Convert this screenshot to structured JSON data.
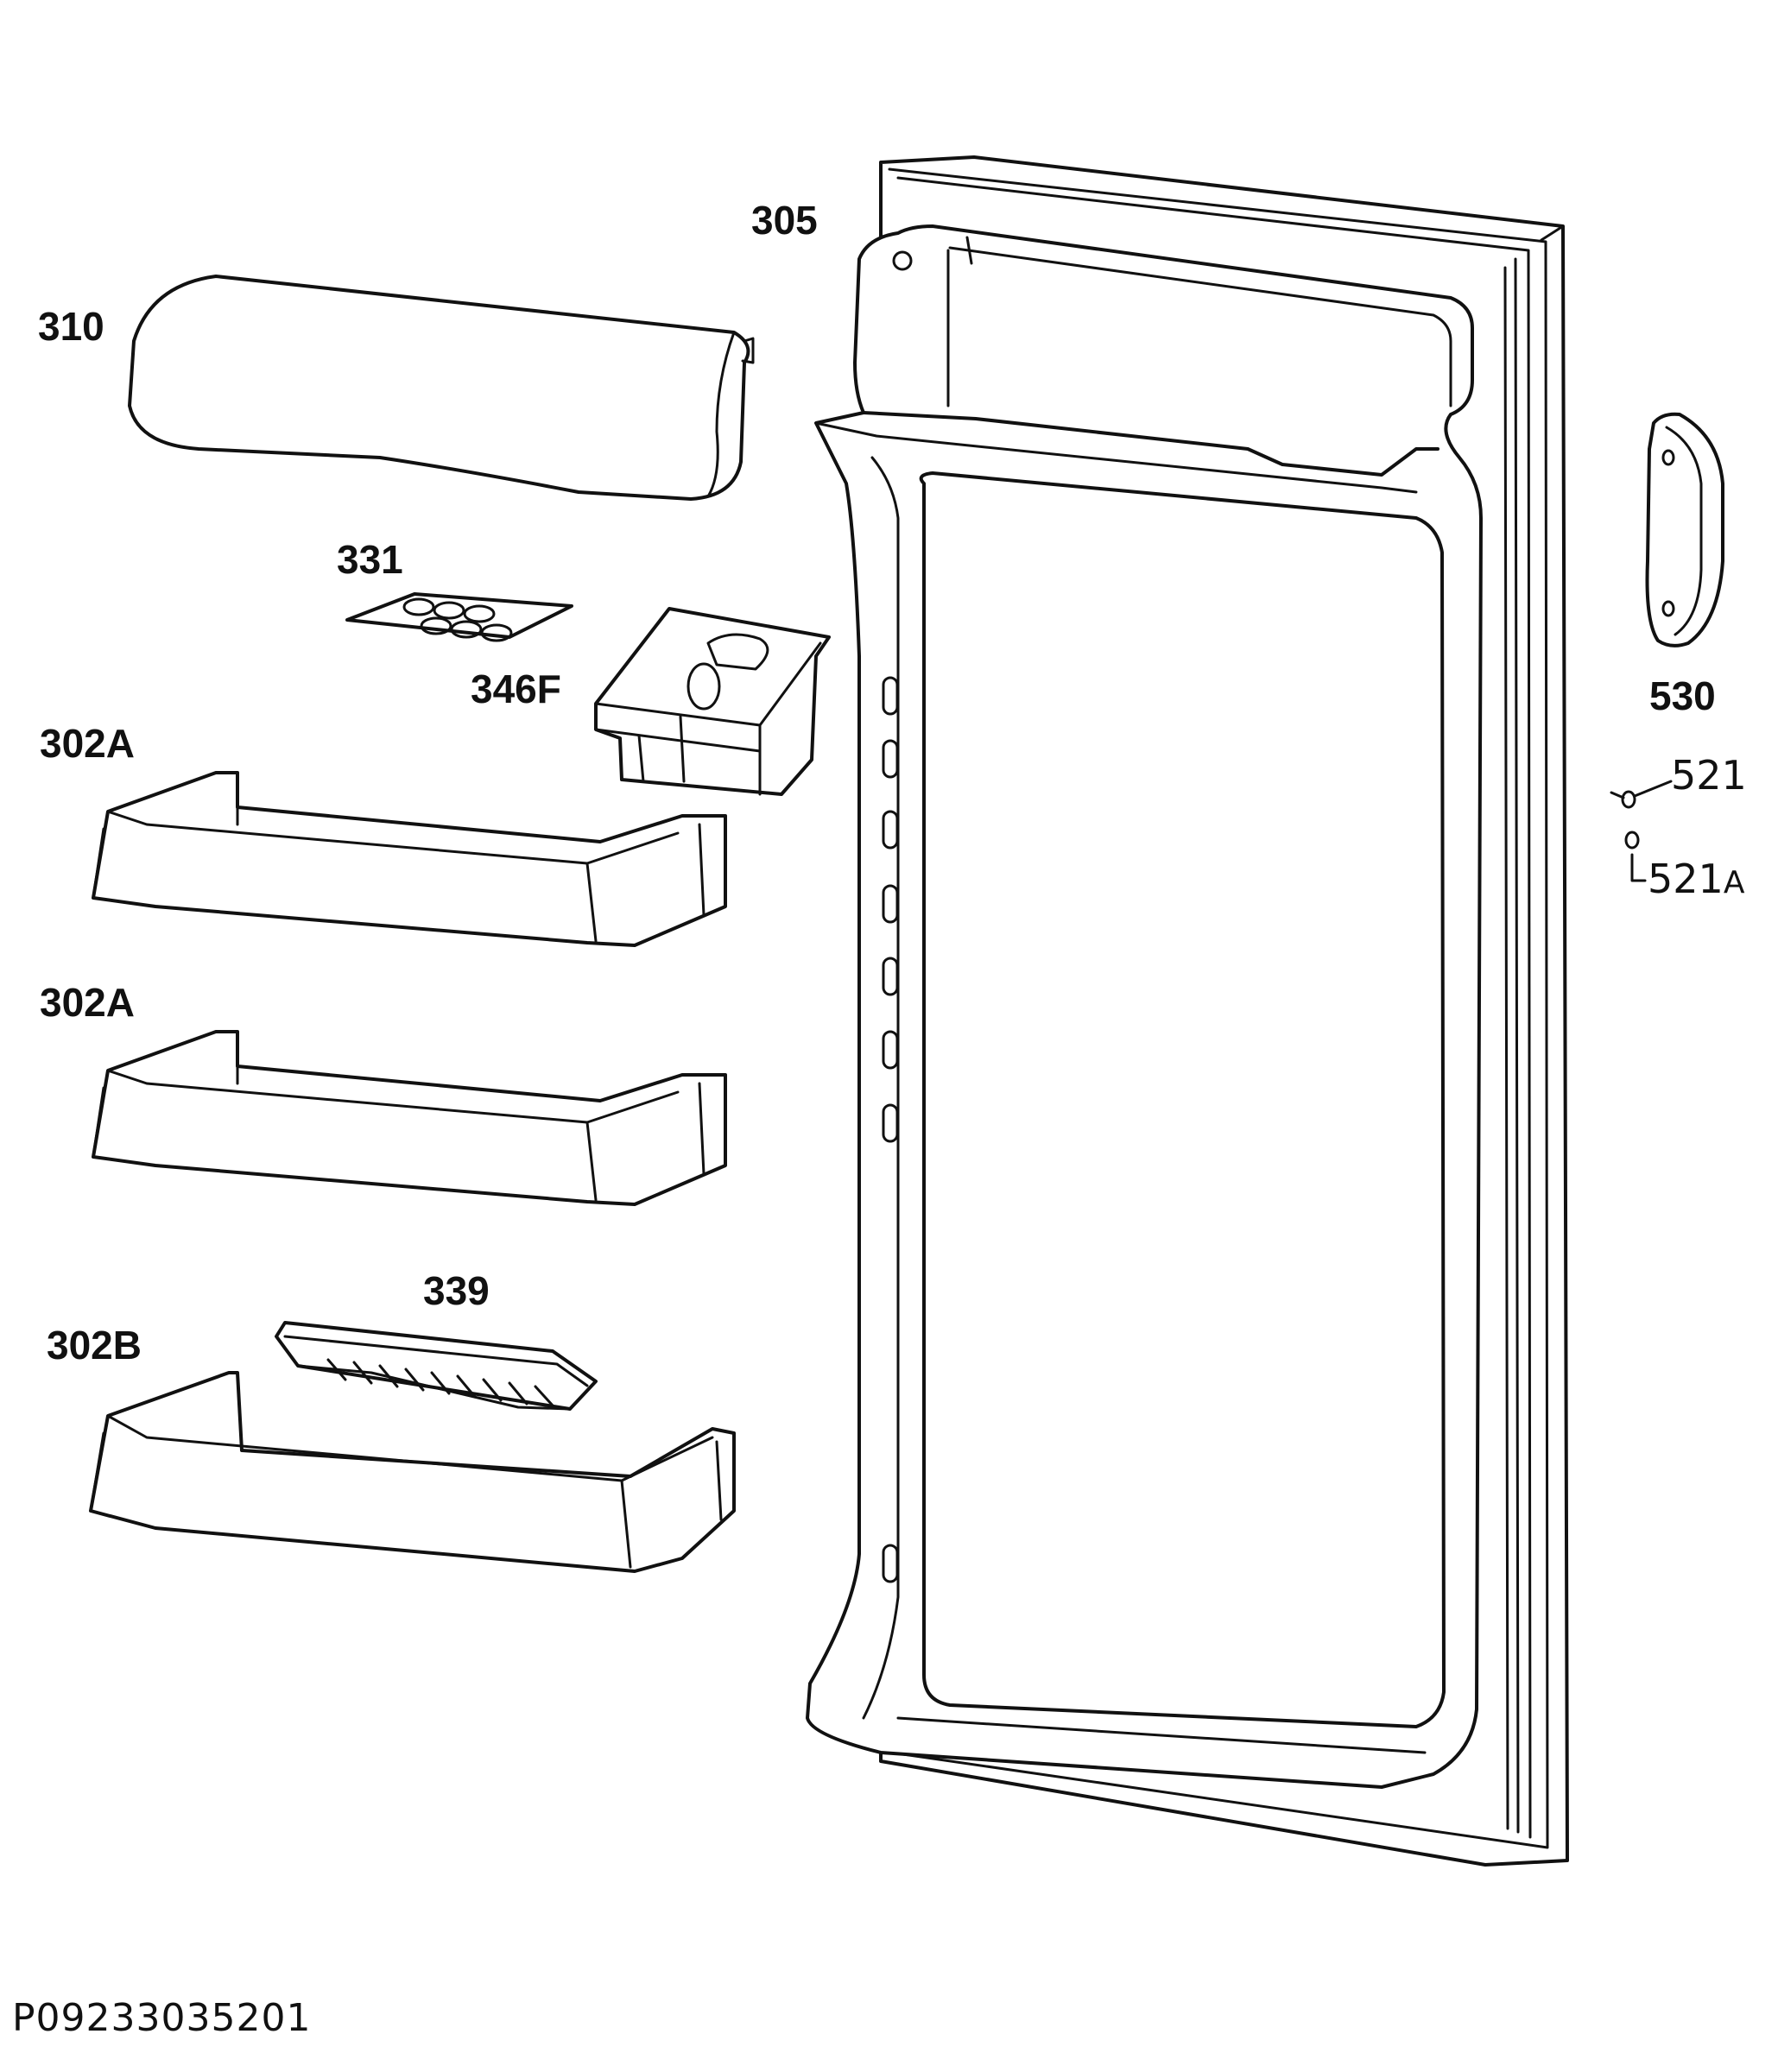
{
  "parts": [
    {
      "id": "door-liner",
      "label": "305"
    },
    {
      "id": "dairy-cover",
      "label": "310"
    },
    {
      "id": "egg-tray",
      "label": "331"
    },
    {
      "id": "dairy-box",
      "label": "346F"
    },
    {
      "id": "door-shelf-upper",
      "label": "302A"
    },
    {
      "id": "door-shelf-middle",
      "label": "302A"
    },
    {
      "id": "bottle-retainer",
      "label": "339"
    },
    {
      "id": "door-shelf-bottom",
      "label": "302B"
    },
    {
      "id": "door-handle",
      "label": "530"
    },
    {
      "id": "screw",
      "label": "521"
    },
    {
      "id": "washer",
      "label_main": "521",
      "label_suffix": "A"
    }
  ],
  "document_code": "P09233035201"
}
